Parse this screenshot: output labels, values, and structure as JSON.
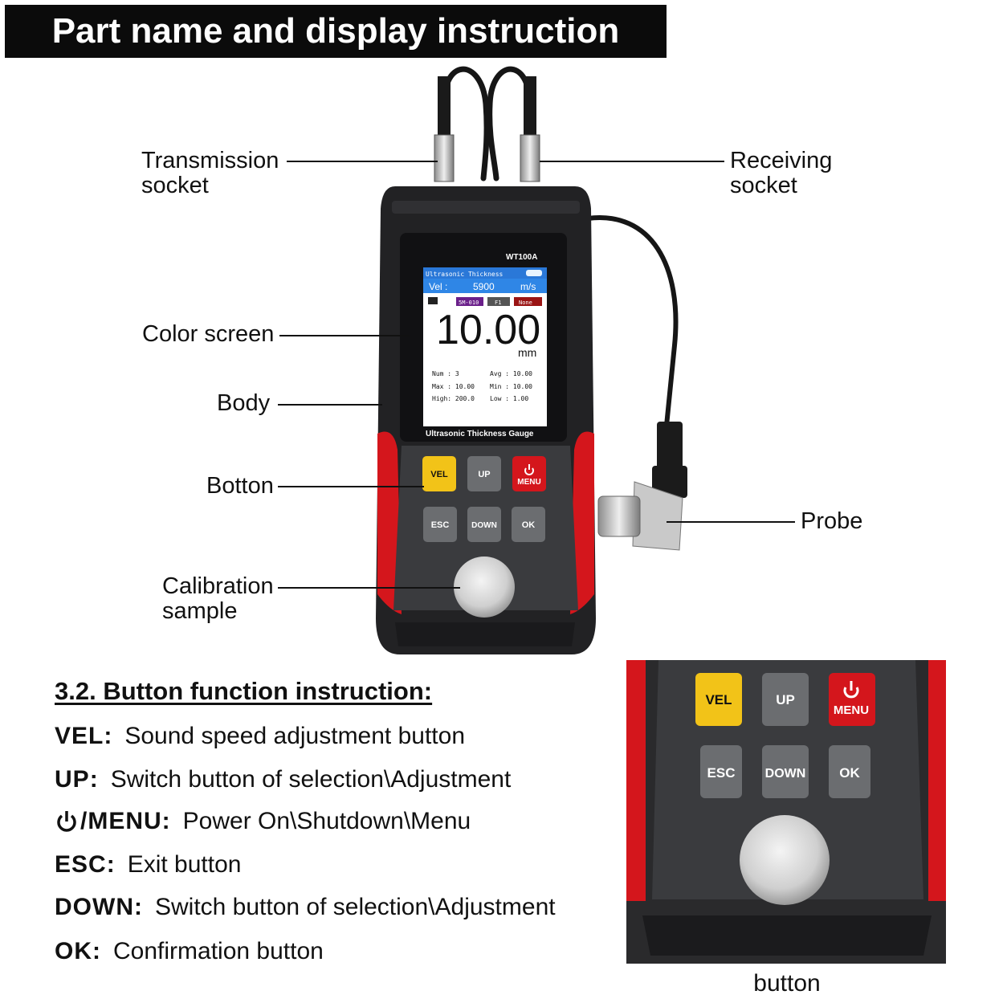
{
  "title": "Part name and display instruction",
  "callouts": {
    "transmission_socket": "Transmission\nsocket",
    "receiving_socket": "Receiving\nsocket",
    "color_screen": "Color screen",
    "body": "Body",
    "button": "Botton",
    "calibration_sample": "Calibration\nsample",
    "probe": "Probe"
  },
  "device": {
    "model": "WT100A",
    "footer_label": "Ultrasonic Thickness Gauge",
    "screen": {
      "header": "Ultrasonic Thickness",
      "vel_label": "Vel :",
      "vel_value": "5900",
      "vel_unit": "m/s",
      "tag_probe": "5M-010",
      "tag_file": "F1",
      "tag_mode": "None",
      "reading": "10.00",
      "reading_unit": "mm",
      "stats": {
        "num": "Num  : 3",
        "avg": "Avg  : 10.00",
        "max": "Max  : 10.00",
        "min": "Min  : 10.00",
        "high": "High: 200.0",
        "low": "Low  : 1.00"
      }
    },
    "buttons": {
      "vel": "VEL",
      "up": "UP",
      "menu": "MENU",
      "esc": "ESC",
      "down": "DOWN",
      "ok": "OK"
    },
    "colors": {
      "body": "#2b2b2d",
      "accent_red": "#d4161c",
      "vel_yellow": "#f2c318",
      "key_gray": "#6b6d70",
      "screen_blue": "#2a78d8"
    }
  },
  "button_functions": {
    "heading": "3.2. Button function instruction:",
    "items": [
      {
        "key": "VEL",
        "separator": ":",
        "desc": "Sound speed adjustment button"
      },
      {
        "key": "UP",
        "separator": ":",
        "desc": "Switch button of selection\\Adjustment"
      },
      {
        "key": "/MENU",
        "separator": ":",
        "desc": "Power On\\Shutdown\\Menu",
        "icon": "power-icon"
      },
      {
        "key": "ESC",
        "separator": ":",
        "desc": "Exit button"
      },
      {
        "key": "DOWN",
        "separator": ":",
        "desc": "Switch button of selection\\Adjustment"
      },
      {
        "key": "OK",
        "separator": ":",
        "desc": "Confirmation button"
      }
    ]
  },
  "zoom_caption": "button"
}
